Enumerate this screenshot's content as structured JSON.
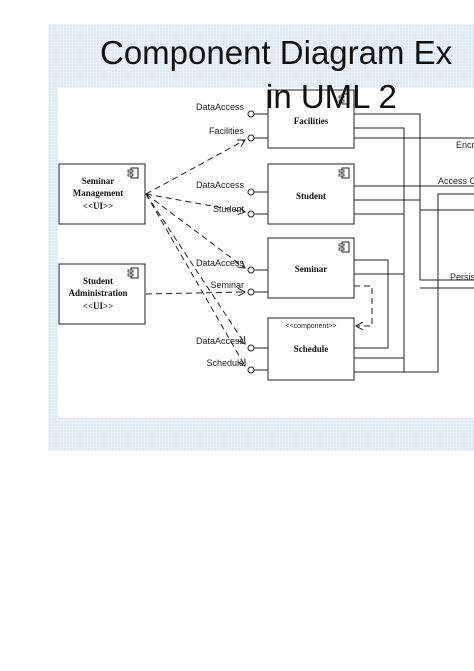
{
  "slide": {
    "title_line1": "Component Diagram Ex",
    "title_line2": "in UML 2"
  },
  "components": {
    "seminar_management": {
      "line1": "Seminar",
      "line2": "Management",
      "stereotype": "<<UI>>"
    },
    "student_administration": {
      "line1": "Student",
      "line2": "Administration",
      "stereotype": "<<UI>>"
    },
    "facilities": "Facilities",
    "student": "Student",
    "seminar": "Seminar",
    "schedule": "Schedule",
    "schedule_stereotype": "<<component>>"
  },
  "interfaces": {
    "facilities_dataaccess": "DataAccess",
    "facilities_facilities": "Facilities",
    "student_dataaccess": "DataAccess",
    "student_student": "Student",
    "seminar_dataaccess": "DataAccess",
    "seminar_seminar": "Seminar",
    "schedule_dataaccess": "DataAccess",
    "schedule_schedule": "Schedule"
  },
  "right_labels": {
    "encrypt": "Encryp",
    "access_control": "Access Con",
    "persistence": "Persisten"
  }
}
